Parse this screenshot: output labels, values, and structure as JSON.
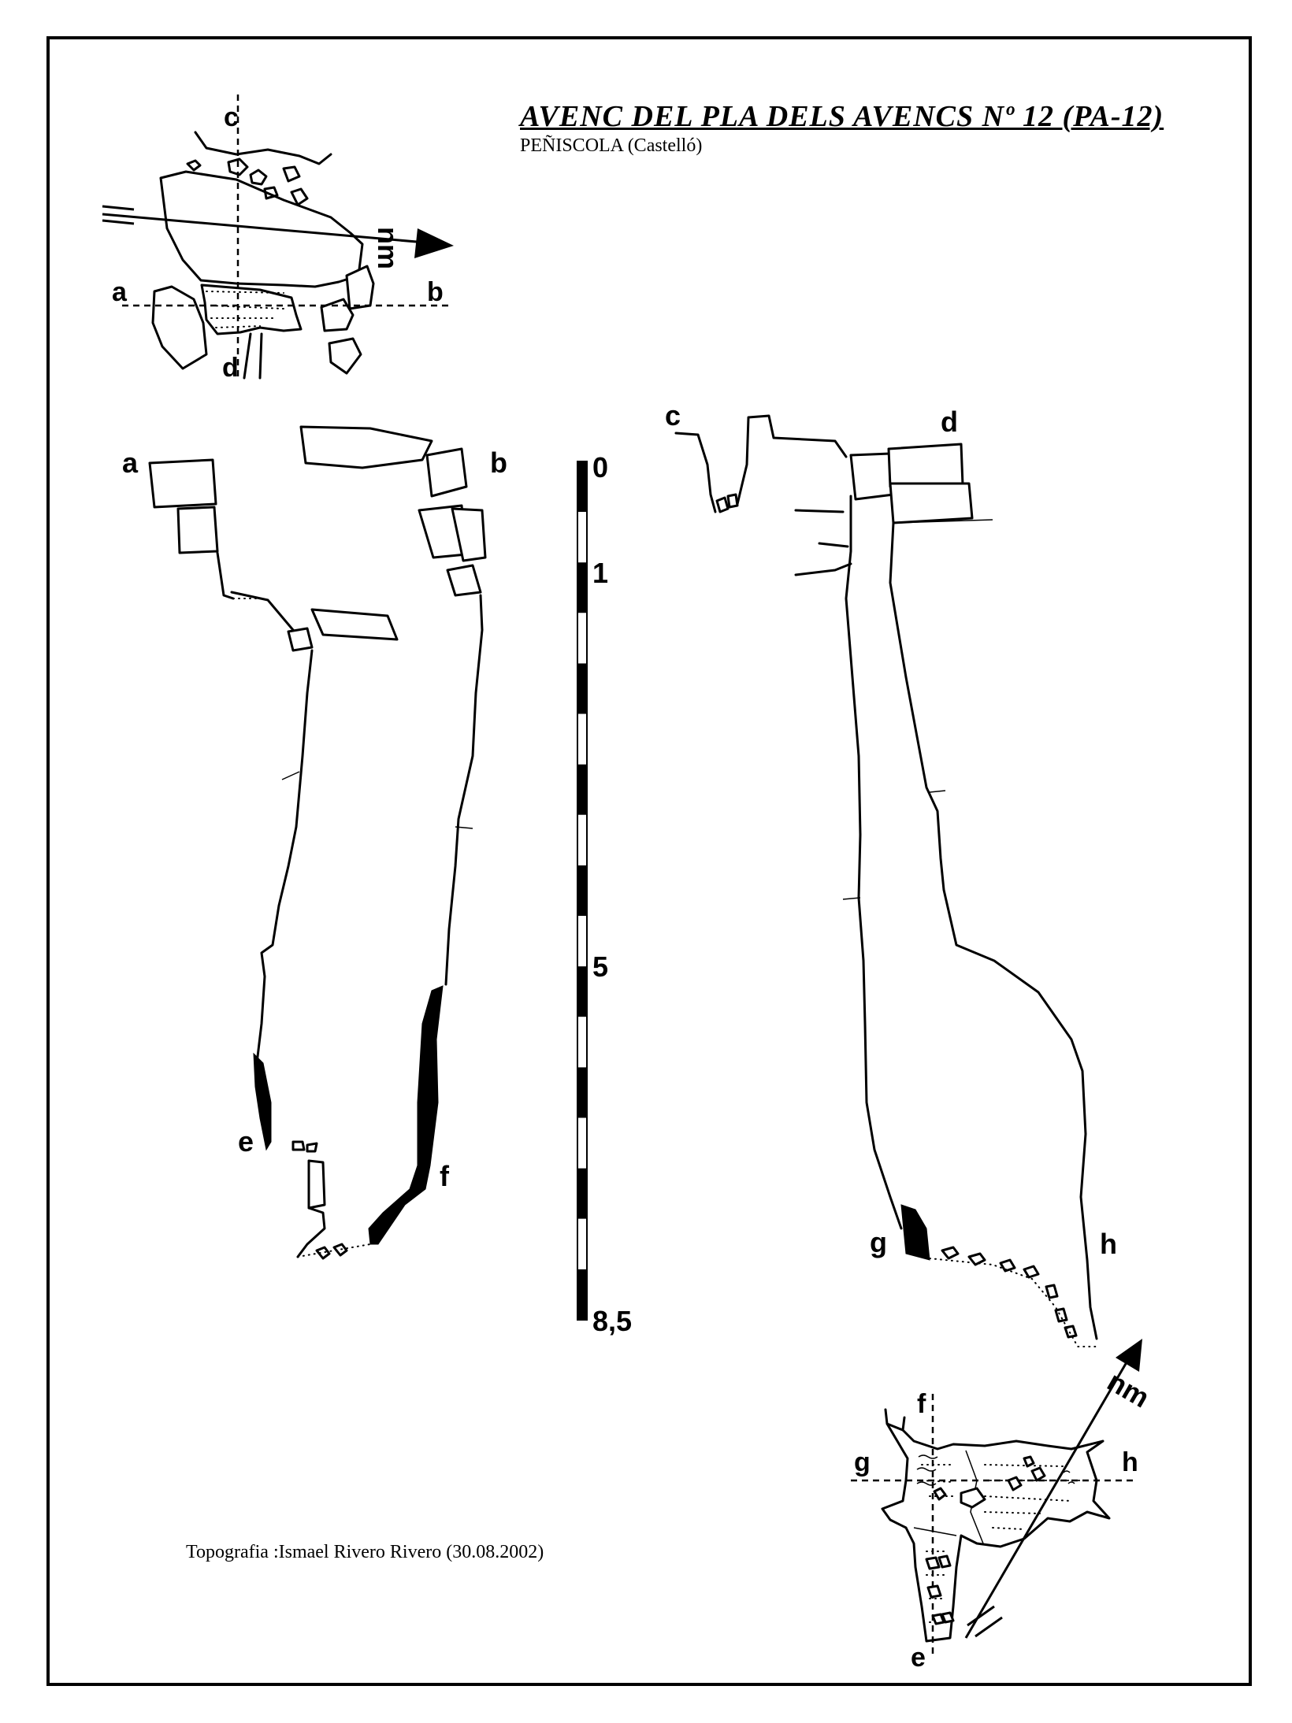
{
  "title": "AVENC DEL PLA DELS AVENCS Nº 12 (PA-12)",
  "subtitle": "PEÑISCOLA  (Castelló)",
  "credit": "Topografia :Ismael Rivero Rivero (30.08.2002)",
  "north_label": "nm",
  "scale_bar": {
    "labels": [
      "0",
      "1",
      "5",
      "8,5"
    ],
    "max_value": 8.5,
    "segments": 17
  },
  "plan_top": {
    "section_markers": [
      "a",
      "b",
      "c",
      "d"
    ]
  },
  "section_ab": {
    "top_markers": [
      "a",
      "b"
    ],
    "bottom_markers": [
      "e",
      "f"
    ]
  },
  "section_cd": {
    "top_markers": [
      "c",
      "d"
    ],
    "bottom_markers": [
      "g",
      "h"
    ]
  },
  "plan_bottom": {
    "section_markers": [
      "f",
      "g",
      "h",
      "e"
    ]
  }
}
